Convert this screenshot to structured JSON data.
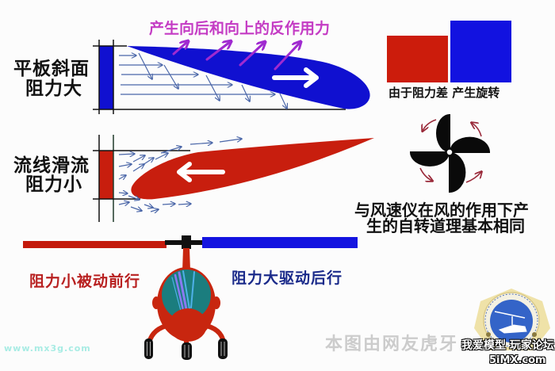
{
  "top_panel": {
    "label_line1": "平板斜面",
    "label_line2": "阻力大",
    "force_caption": "产生向后和向上的反作用力",
    "plate_color": "#1010d0",
    "wing_color": "#1010d0",
    "force_arrow_color": "#a02ad0",
    "flow_arrow_color": "#4a66a8",
    "motion_arrow_direction": "right"
  },
  "bottom_panel": {
    "label_line1": "流线滑流",
    "label_line2": "阻力小",
    "plate_color": "#c81e0e",
    "wing_color": "#c81e0e",
    "flow_arrow_color": "#4a66a8",
    "motion_arrow_direction": "left"
  },
  "drag_difference": {
    "caption": "由于阻力差 产生旋转",
    "small_block_color": "#cc1c0c",
    "large_block_color": "#1212e0"
  },
  "anemometer": {
    "icon": "propeller-icon",
    "rotation": "counter-clockwise",
    "rotation_arrow_color": "#9a2a3a",
    "caption_line1": "与风速仪在风的作用下产",
    "caption_line2": "生的自转道理基本相同"
  },
  "helicopter": {
    "left_blade_caption": "阻力小被动前行",
    "right_blade_caption": "阻力大驱动后行",
    "left_blade_color": "#c41a0c",
    "right_blade_color": "#1414e0",
    "body_color": "#c8260f",
    "canopy_color": "#1b7d7e"
  },
  "watermarks": {
    "site_url": "www.mx3g.com",
    "credit": "本图由网友虎牙",
    "forum_name": "我爱模型 玩家论坛",
    "forum_url": "5iMX.com"
  }
}
